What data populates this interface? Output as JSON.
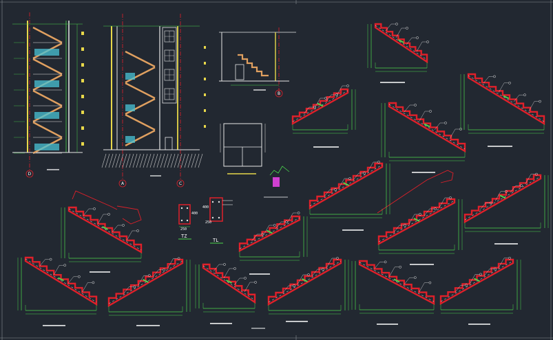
{
  "colors": {
    "background": "#222831",
    "stair_red": "#e0202a",
    "dim_green": "#4cd84c",
    "tread_orange": "#e0a060",
    "column_yellow": "#e8d84a",
    "wall_white": "#e8e8e8",
    "fill_cyan": "#49c3d6",
    "magenta": "#d040d0",
    "label_underline": "#ffffff"
  },
  "labels": {
    "axis_a": "A",
    "axis_b": "B",
    "axis_c": "C",
    "axis_d": "D",
    "tz": "TZ",
    "tl": "TL",
    "dim_250": "250",
    "dim_400": "400",
    "dim_250b": "250",
    "dim_400b": "400"
  }
}
